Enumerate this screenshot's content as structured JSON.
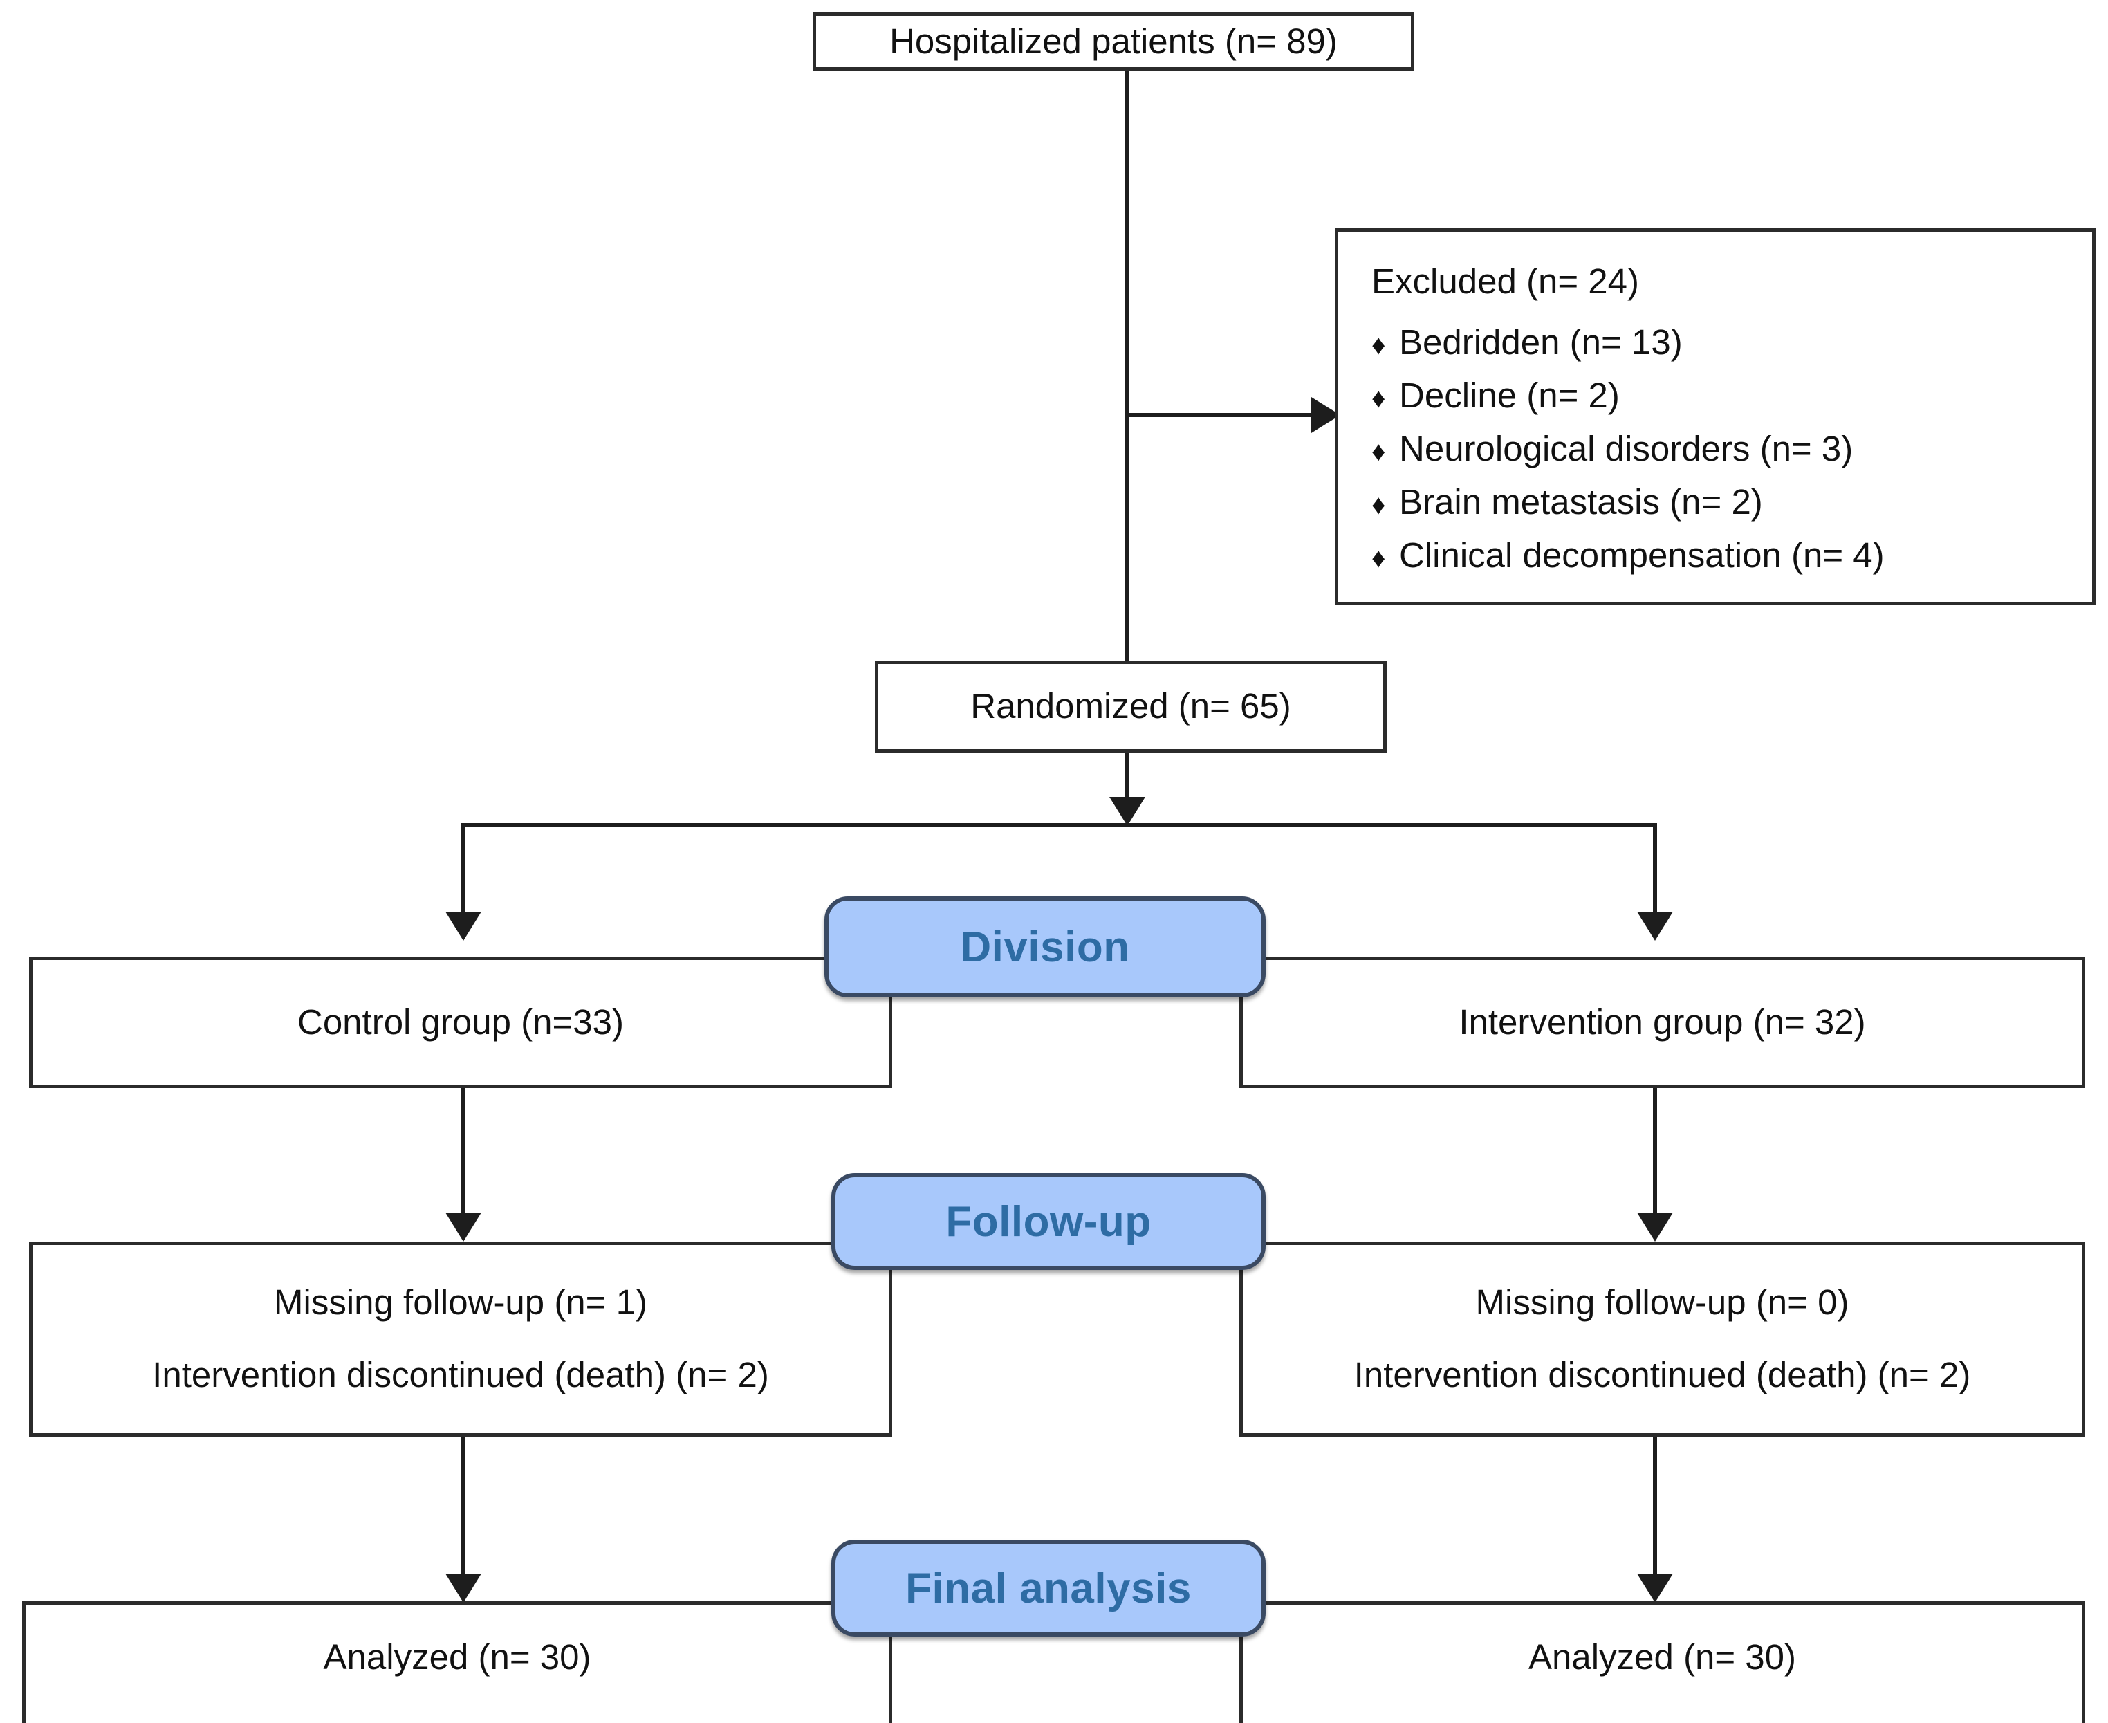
{
  "diagram": {
    "type": "consort-flow-diagram",
    "title": "CONSORT participant flow",
    "colors": {
      "banner_fill": "#a8c8fb",
      "banner_border": "#3a4a63",
      "banner_text": "#2e6ca4",
      "box_border": "#2b2b2b",
      "box_fill": "#ffffff",
      "connector": "#1d1d1d",
      "text": "#111111"
    }
  },
  "nodes": {
    "enrollment": {
      "label": "Hospitalized patients (n= 89)",
      "n": 89
    },
    "excluded": {
      "title": "Excluded (n= 24)",
      "n": 24,
      "bullet_glyph": "♦",
      "reasons": [
        {
          "label": "Bedridden (n= 13)",
          "n": 13
        },
        {
          "label": "Decline (n= 2)",
          "n": 2
        },
        {
          "label": "Neurological disorders (n= 3)",
          "n": 3
        },
        {
          "label": "Brain metastasis (n= 2)",
          "n": 2
        },
        {
          "label": "Clinical decompensation (n= 4)",
          "n": 4
        }
      ]
    },
    "randomized": {
      "label": "Randomized (n= 65)",
      "n": 65
    },
    "control_group": {
      "label": "Control group (n=33)",
      "n": 33
    },
    "intervention_group": {
      "label": "Intervention group (n= 32)",
      "n": 32
    },
    "control_followup": {
      "line1": "Missing follow-up (n= 1)",
      "line2": "Intervention discontinued (death) (n= 2)",
      "missing": 1,
      "discontinued": 2
    },
    "intervention_followup": {
      "line1": "Missing follow-up (n= 0)",
      "line2": "Intervention discontinued (death) (n= 2)",
      "missing": 0,
      "discontinued": 2
    },
    "control_analyzed": {
      "label": "Analyzed (n= 30)",
      "n": 30
    },
    "intervention_analyzed": {
      "label": "Analyzed (n= 30)",
      "n": 30
    }
  },
  "stage_banners": [
    {
      "key": "division",
      "label": "Division"
    },
    {
      "key": "followup",
      "label": "Follow-up"
    },
    {
      "key": "final_analysis",
      "label": "Final analysis"
    }
  ]
}
